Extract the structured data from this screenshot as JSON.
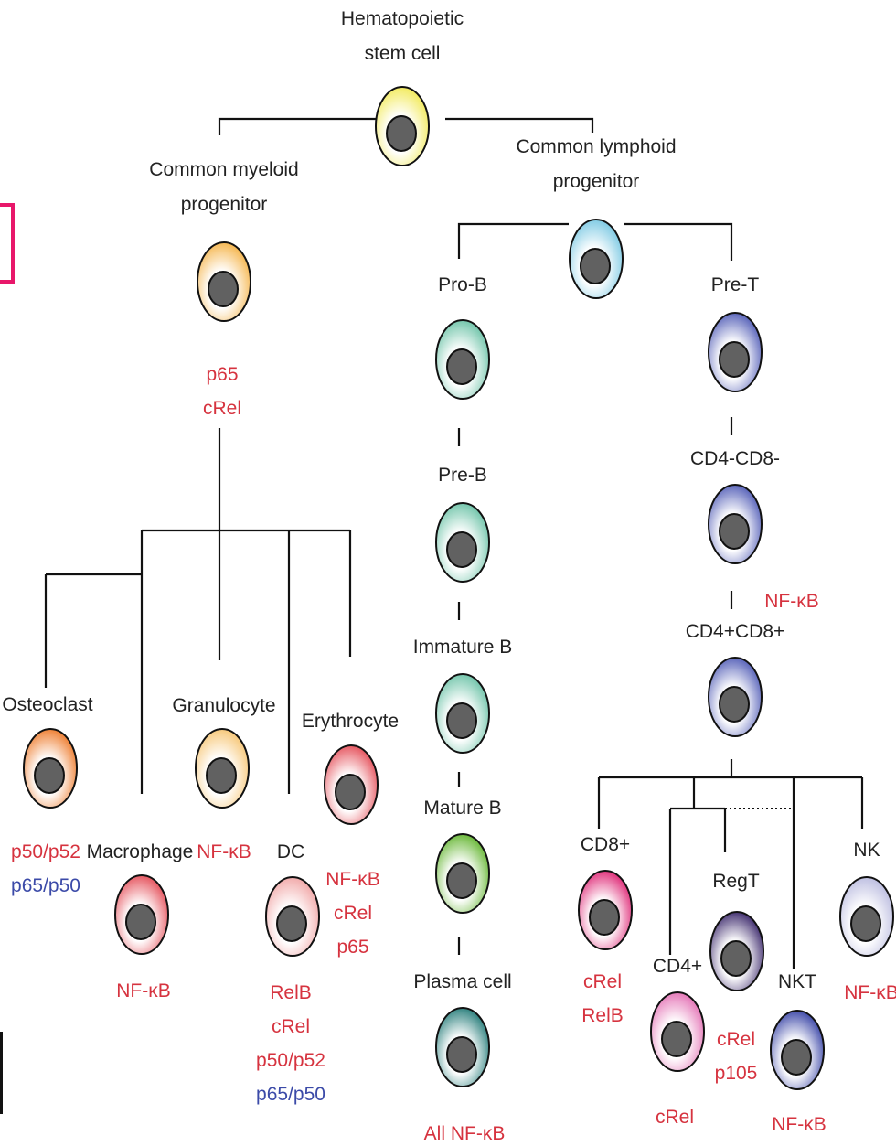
{
  "labels": {
    "hsc": [
      "Hematopoietic",
      "stem cell"
    ],
    "cmp": [
      "Common myeloid",
      "progenitor"
    ],
    "clp": [
      "Common lymphoid",
      "progenitor"
    ],
    "osteoclast": "Osteoclast",
    "macrophage": "Macrophage",
    "granulocyte": "Granulocyte",
    "dc": "DC",
    "erythrocyte": "Erythrocyte",
    "prob": "Pro-B",
    "preb": "Pre-B",
    "immatureb": "Immature B",
    "matureb": "Mature B",
    "plasma": "Plasma cell",
    "pret": "Pre-T",
    "dn": "CD4-CD8-",
    "dp": "CD4+CD8+",
    "cd8": "CD8+",
    "cd4": "CD4+",
    "regt": "RegT",
    "nkt": "NKT",
    "nk": "NK"
  },
  "factors": {
    "cmp": [
      {
        "text": "p65",
        "color": "red"
      },
      {
        "text": "cRel",
        "color": "red"
      }
    ],
    "osteoclast": [
      {
        "text": "p50/p52",
        "color": "red"
      },
      {
        "text": "p65/p50",
        "color": "blue"
      }
    ],
    "macrophage": [
      {
        "text": "NF-κB",
        "color": "red"
      }
    ],
    "granulocyte": [
      {
        "text": "NF-κB",
        "color": "red"
      }
    ],
    "dc": [
      {
        "text": "RelB",
        "color": "red"
      },
      {
        "text": "cRel",
        "color": "red"
      },
      {
        "text": "p50/p52",
        "color": "red"
      },
      {
        "text": "p65/p50",
        "color": "blue"
      }
    ],
    "erythrocyte": [
      {
        "text": "NF-κB",
        "color": "red"
      },
      {
        "text": "cRel",
        "color": "red"
      },
      {
        "text": "p65",
        "color": "red"
      }
    ],
    "plasma": [
      {
        "text": "All NF-κB",
        "color": "red"
      }
    ],
    "dn": [
      {
        "text": "NF-κB",
        "color": "red"
      }
    ],
    "cd8": [
      {
        "text": "cRel",
        "color": "red"
      },
      {
        "text": "RelB",
        "color": "red"
      }
    ],
    "cd4": [
      {
        "text": "cRel",
        "color": "red"
      }
    ],
    "regt": [
      {
        "text": "cRel",
        "color": "red"
      },
      {
        "text": "p105",
        "color": "red"
      }
    ],
    "nkt": [
      {
        "text": "NF-κB",
        "color": "red"
      }
    ],
    "nk": [
      {
        "text": "NF-κB",
        "color": "red"
      }
    ]
  },
  "cell_colors": {
    "hsc": "#f2ea5a",
    "cmp": "#f5b54c",
    "clp": "#7cc9e3",
    "osteoclast": "#ee7d2f",
    "macrophage": "#e5525c",
    "granulocyte": "#f7c777",
    "dc": "#f1a8a8",
    "erythrocyte": "#e5525c",
    "bcell": "#6fc4a9",
    "matureb": "#67b735",
    "plasma": "#2a7f7c",
    "tcell": "#5560b8",
    "cd8": "#df2c78",
    "cd4": "#e474b6",
    "regt": "#3f2c6e",
    "nkt": "#3d48a8",
    "nk": "#bcbde0"
  },
  "nucleus_color": "#616161"
}
